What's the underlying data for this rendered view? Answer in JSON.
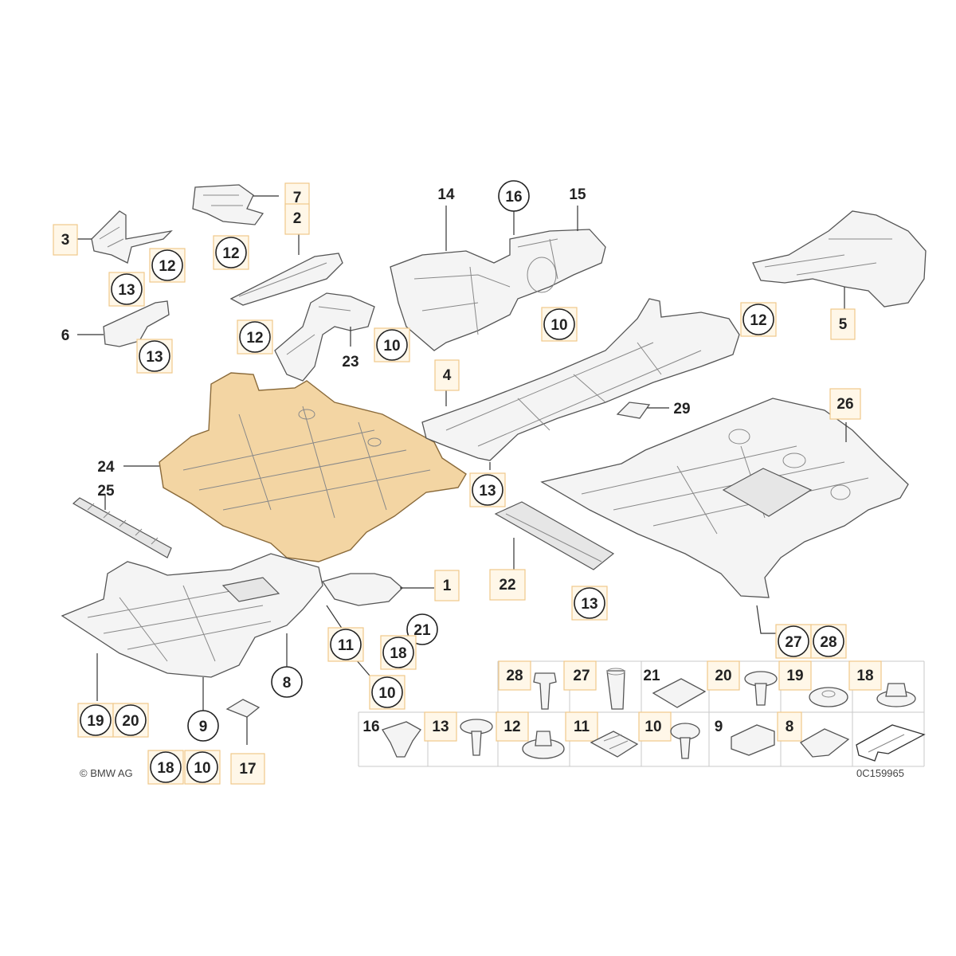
{
  "labels": {
    "l1": "1",
    "l2": "2",
    "l3": "3",
    "l4": "4",
    "l5": "5",
    "l6": "6",
    "l7": "7",
    "l8": "8",
    "l9": "9",
    "l10": "10",
    "l11": "11",
    "l12": "12",
    "l13": "13",
    "l14": "14",
    "l15": "15",
    "l16": "16",
    "l17": "17",
    "l18": "18",
    "l19": "19",
    "l20": "20",
    "l21": "21",
    "l22": "22",
    "l23": "23",
    "l24": "24",
    "l25": "25",
    "l26": "26",
    "l27": "27",
    "l28": "28",
    "l29": "29"
  },
  "parts_table": {
    "row1": [
      "28",
      "27",
      "21",
      "20",
      "19",
      "18"
    ],
    "row2": [
      "16",
      "13",
      "12",
      "11",
      "10",
      "9",
      "8"
    ]
  },
  "copyright": "© BMW AG",
  "diagram_id": "0C159965"
}
